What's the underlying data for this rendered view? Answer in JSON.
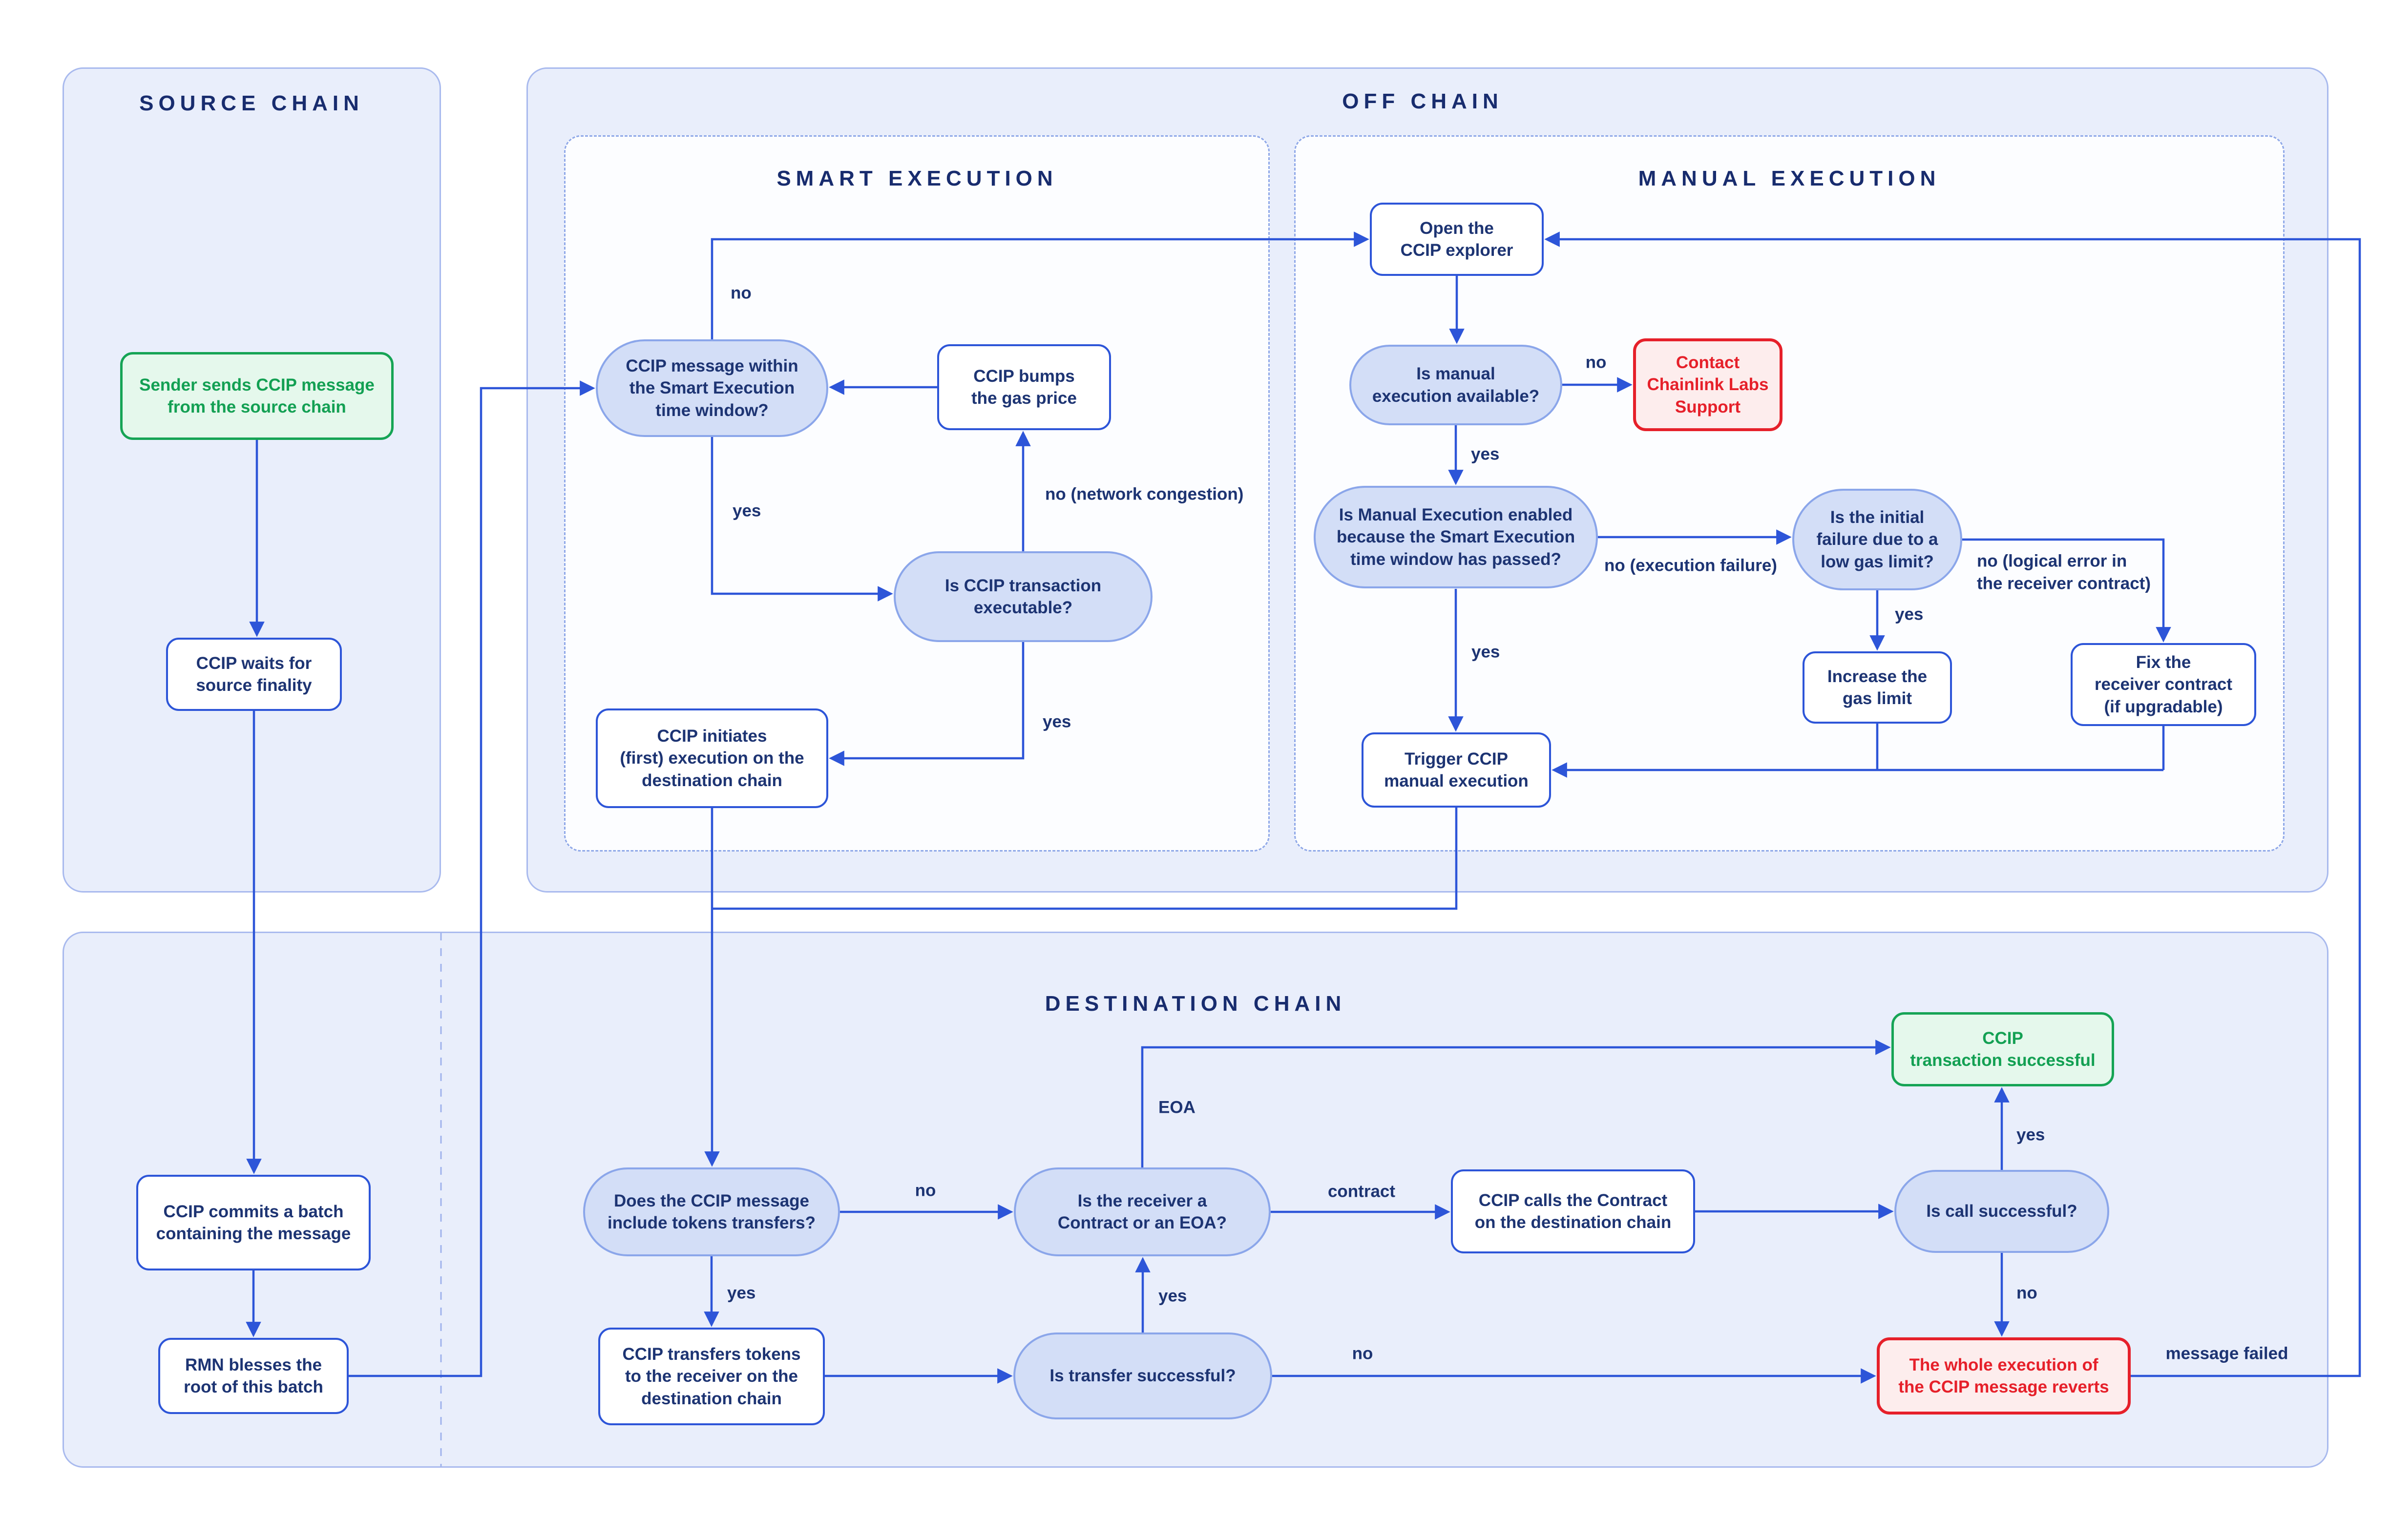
{
  "panels": {
    "source_chain": {
      "title": "SOURCE CHAIN"
    },
    "off_chain": {
      "title": "OFF CHAIN"
    },
    "smart_execution": {
      "title": "SMART EXECUTION"
    },
    "manual_execution": {
      "title": "MANUAL EXECUTION"
    },
    "destination_chain": {
      "title": "DESTINATION CHAIN"
    }
  },
  "nodes": {
    "sender_start": {
      "text": "Sender sends CCIP message\nfrom the source chain"
    },
    "waits_finality": {
      "text": "CCIP waits for\nsource finality"
    },
    "commits_batch": {
      "text": "CCIP commits a batch\ncontaining the message"
    },
    "rmn_blesses": {
      "text": "RMN blesses the\nroot of this batch"
    },
    "within_window": {
      "text": "CCIP message within\nthe Smart Execution\ntime window?"
    },
    "bumps_gas": {
      "text": "CCIP bumps\nthe gas price"
    },
    "executable": {
      "text": "Is CCIP transaction\nexecutable?"
    },
    "initiates": {
      "text": "CCIP initiates\n(first) execution on the\ndestination chain"
    },
    "open_explorer": {
      "text": "Open the\nCCIP explorer"
    },
    "manual_available": {
      "text": "Is manual\nexecution available?"
    },
    "contact_support": {
      "text": "Contact\nChainlink Labs\nSupport"
    },
    "manual_enabled": {
      "text": "Is Manual Execution enabled\nbecause the Smart Execution\ntime window has passed?"
    },
    "initial_failure": {
      "text": "Is the initial\nfailure due to a\nlow gas limit?"
    },
    "increase_gas": {
      "text": "Increase the\ngas limit"
    },
    "fix_receiver": {
      "text": "Fix the\nreceiver contract\n(if upgradable)"
    },
    "trigger_manual": {
      "text": "Trigger CCIP\nmanual execution"
    },
    "includes_tokens": {
      "text": "Does the CCIP message\ninclude tokens transfers?"
    },
    "receiver_type": {
      "text": "Is the receiver a\nContract or an EOA?"
    },
    "calls_contract": {
      "text": "CCIP calls the Contract\non the destination chain"
    },
    "call_successful": {
      "text": "Is call successful?"
    },
    "tx_successful": {
      "text": "CCIP\ntransaction successful"
    },
    "transfers_tokens": {
      "text": "CCIP transfers tokens\nto the receiver on the\ndestination chain"
    },
    "transfer_successful": {
      "text": "Is transfer successful?"
    },
    "reverts": {
      "text": "The whole execution of\nthe CCIP message reverts"
    }
  },
  "edge_labels": {
    "within_no": "no",
    "within_yes": "yes",
    "congestion": "no (network congestion)",
    "executable_yes": "yes",
    "manual_no": "no",
    "manual_yes": "yes",
    "execution_failure": "no (execution failure)",
    "enabled_yes": "yes",
    "low_gas_yes": "yes",
    "logical_error": "no (logical error in\nthe receiver contract)",
    "tokens_no": "no",
    "tokens_yes": "yes",
    "transfer_yes": "yes",
    "transfer_no": "no",
    "eoa": "EOA",
    "contract": "contract",
    "call_yes": "yes",
    "call_no": "no",
    "message_failed": "message failed"
  },
  "colors": {
    "accent_blue": "#2d55d8",
    "navy_text": "#1d3473",
    "panel_fill": "#e9eefb",
    "panel_border": "#a9baee",
    "dashed_border": "#8fa8e8",
    "stadium_fill": "#d3def7",
    "stadium_border": "#8ba6ea",
    "success_green": "#16a455",
    "error_red": "#e6202a"
  }
}
